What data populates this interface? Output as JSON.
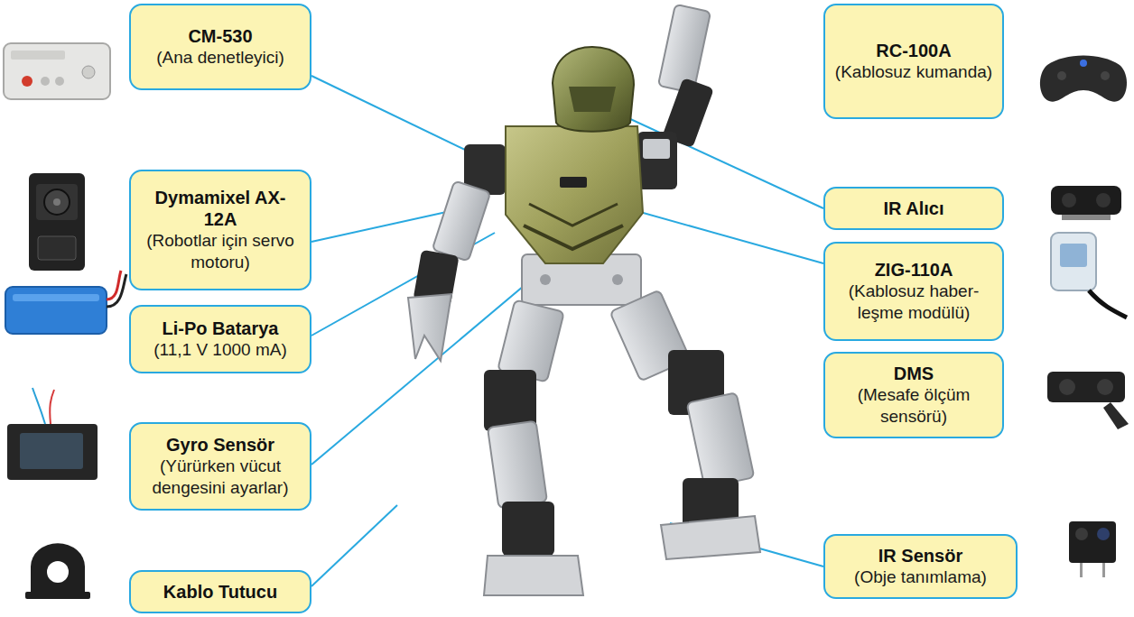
{
  "diagram": {
    "nodes": [
      {
        "text": [
          "CM-530",
          "(Ana denetleyici)"
        ]
      },
      {
        "text": [
          "Dymamixel AX-12A",
          "(Robotlar için servo motoru)"
        ]
      },
      {
        "text": [
          "Li-Po Batarya",
          "(11,1 V 1000 mA)"
        ]
      },
      {
        "text": [
          "Gyro Sensör",
          "(Yürürken vücut dengesini ayarlar)"
        ]
      },
      {
        "text": [
          "Kablo Tutucu"
        ]
      },
      {
        "text": [
          "RC-100A",
          "(Kablosuz kumanda)"
        ]
      },
      {
        "text": [
          "IR Alıcı"
        ]
      },
      {
        "text": [
          "ZIG-110A",
          "(Kablosuz haber-leşme modülü)"
        ]
      },
      {
        "text": [
          "DMS",
          "(Mesafe ölçüm sensörü)"
        ]
      },
      {
        "text": [
          "IR Sensör",
          "(Obje tanımlama)"
        ]
      }
    ]
  }
}
